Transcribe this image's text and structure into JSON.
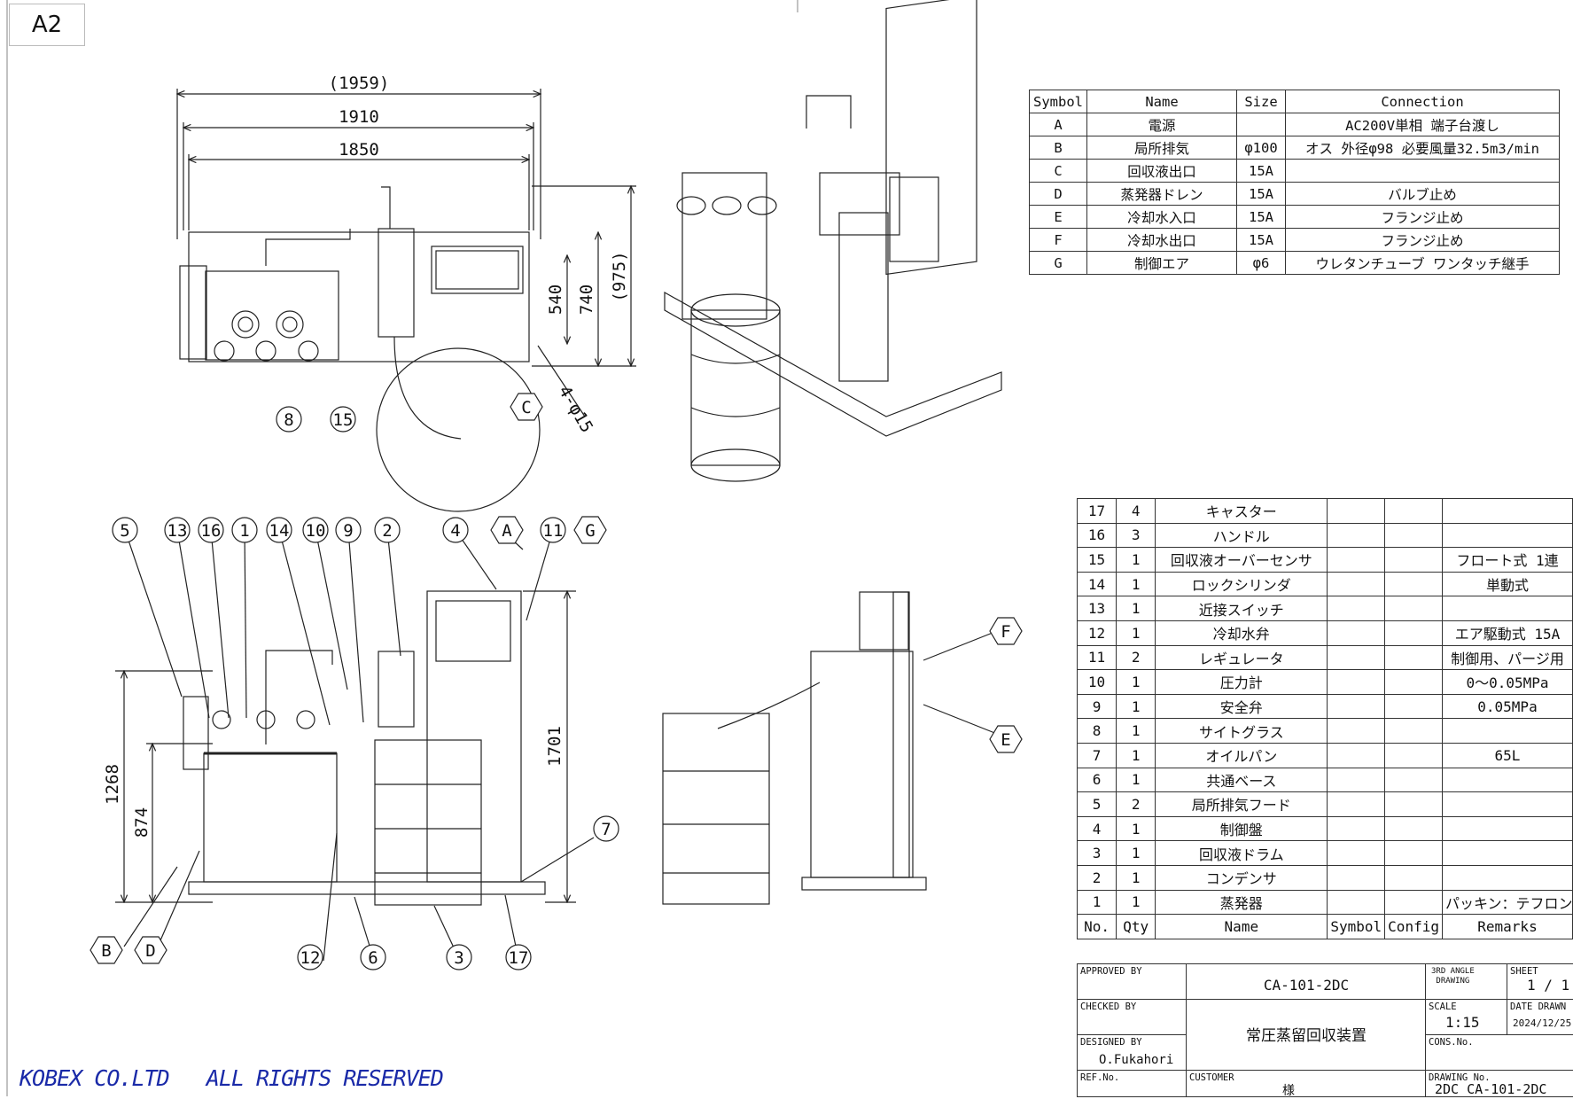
{
  "sheet": {
    "size": "A2"
  },
  "views": {
    "top": {
      "dimensions": [
        "(1959)",
        "1910",
        "1850",
        "(975)",
        "740",
        "540",
        "4-φ15"
      ]
    },
    "front": {
      "dimensions": [
        "1268",
        "874",
        "1701"
      ]
    },
    "balloons": {
      "top": [
        "8",
        "15",
        "C"
      ],
      "front_top": [
        "5",
        "13",
        "16",
        "1",
        "14",
        "10",
        "9",
        "2",
        "4",
        "A",
        "11",
        "G"
      ],
      "front_right": [
        "7"
      ],
      "front_bottom": [
        "B",
        "D",
        "12",
        "6",
        "3",
        "17"
      ],
      "side": [
        "F",
        "E"
      ]
    }
  },
  "connection_table": {
    "headers": [
      "Symbol",
      "Name",
      "Size",
      "Connection"
    ],
    "rows": [
      [
        "A",
        "電源",
        "",
        "AC200V単相 端子台渡し"
      ],
      [
        "B",
        "局所排気",
        "φ100",
        "オス 外径φ98 必要風量32.5m3/min"
      ],
      [
        "C",
        "回収液出口",
        "15A",
        ""
      ],
      [
        "D",
        "蒸発器ドレン",
        "15A",
        "バルブ止め"
      ],
      [
        "E",
        "冷却水入口",
        "15A",
        "フランジ止め"
      ],
      [
        "F",
        "冷却水出口",
        "15A",
        "フランジ止め"
      ],
      [
        "G",
        "制御エア",
        "φ6",
        "ウレタンチューブ ワンタッチ継手"
      ]
    ]
  },
  "parts_list": {
    "headers": [
      "No.",
      "Qty",
      "Name",
      "Symbol",
      "Config",
      "Remarks"
    ],
    "rows": [
      [
        "17",
        "4",
        "キャスター",
        "",
        "",
        ""
      ],
      [
        "16",
        "3",
        "ハンドル",
        "",
        "",
        ""
      ],
      [
        "15",
        "1",
        "回収液オーバーセンサ",
        "",
        "",
        "フロート式 1連"
      ],
      [
        "14",
        "1",
        "ロックシリンダ",
        "",
        "",
        "単動式"
      ],
      [
        "13",
        "1",
        "近接スイッチ",
        "",
        "",
        ""
      ],
      [
        "12",
        "1",
        "冷却水弁",
        "",
        "",
        "エア駆動式 15A"
      ],
      [
        "11",
        "2",
        "レギュレータ",
        "",
        "",
        "制御用、パージ用"
      ],
      [
        "10",
        "1",
        "圧力計",
        "",
        "",
        "0〜0.05MPa"
      ],
      [
        "9",
        "1",
        "安全弁",
        "",
        "",
        "0.05MPa"
      ],
      [
        "8",
        "1",
        "サイトグラス",
        "",
        "",
        ""
      ],
      [
        "7",
        "1",
        "オイルパン",
        "",
        "",
        "65L"
      ],
      [
        "6",
        "1",
        "共通ベース",
        "",
        "",
        ""
      ],
      [
        "5",
        "2",
        "局所排気フード",
        "",
        "",
        ""
      ],
      [
        "4",
        "1",
        "制御盤",
        "",
        "",
        ""
      ],
      [
        "3",
        "1",
        "回収液ドラム",
        "",
        "",
        ""
      ],
      [
        "2",
        "1",
        "コンデンサ",
        "",
        "",
        ""
      ],
      [
        "1",
        "1",
        "蒸発器",
        "",
        "",
        "パッキン：テフロン含浸"
      ]
    ]
  },
  "title_block": {
    "approved_by_label": "APPROVED BY",
    "checked_by_label": "CHECKED BY",
    "designed_by_label": "DESIGNED BY",
    "designed_by": "O.Fukahori",
    "ref_no_label": "REF.No.",
    "code": "CA-101-2DC",
    "title": "常圧蒸留回収装置",
    "customer_label": "CUSTOMER",
    "customer_suffix": "様",
    "projection": "3RD ANGLE\n DRAWING",
    "sheet_label": "SHEET",
    "sheet": "1 / 1",
    "scale_label": "SCALE",
    "scale": "1:15",
    "date_drawn_label": "DATE DRAWN",
    "date_drawn": "2024/12/25",
    "cons_no_label": "CONS.No.",
    "drawing_no_label": "DRAWING No.",
    "drawing_no": "2DC CA-101-2DC"
  },
  "copyright": "KOBEX CO.LTD   ALL RIGHTS RESERVED"
}
